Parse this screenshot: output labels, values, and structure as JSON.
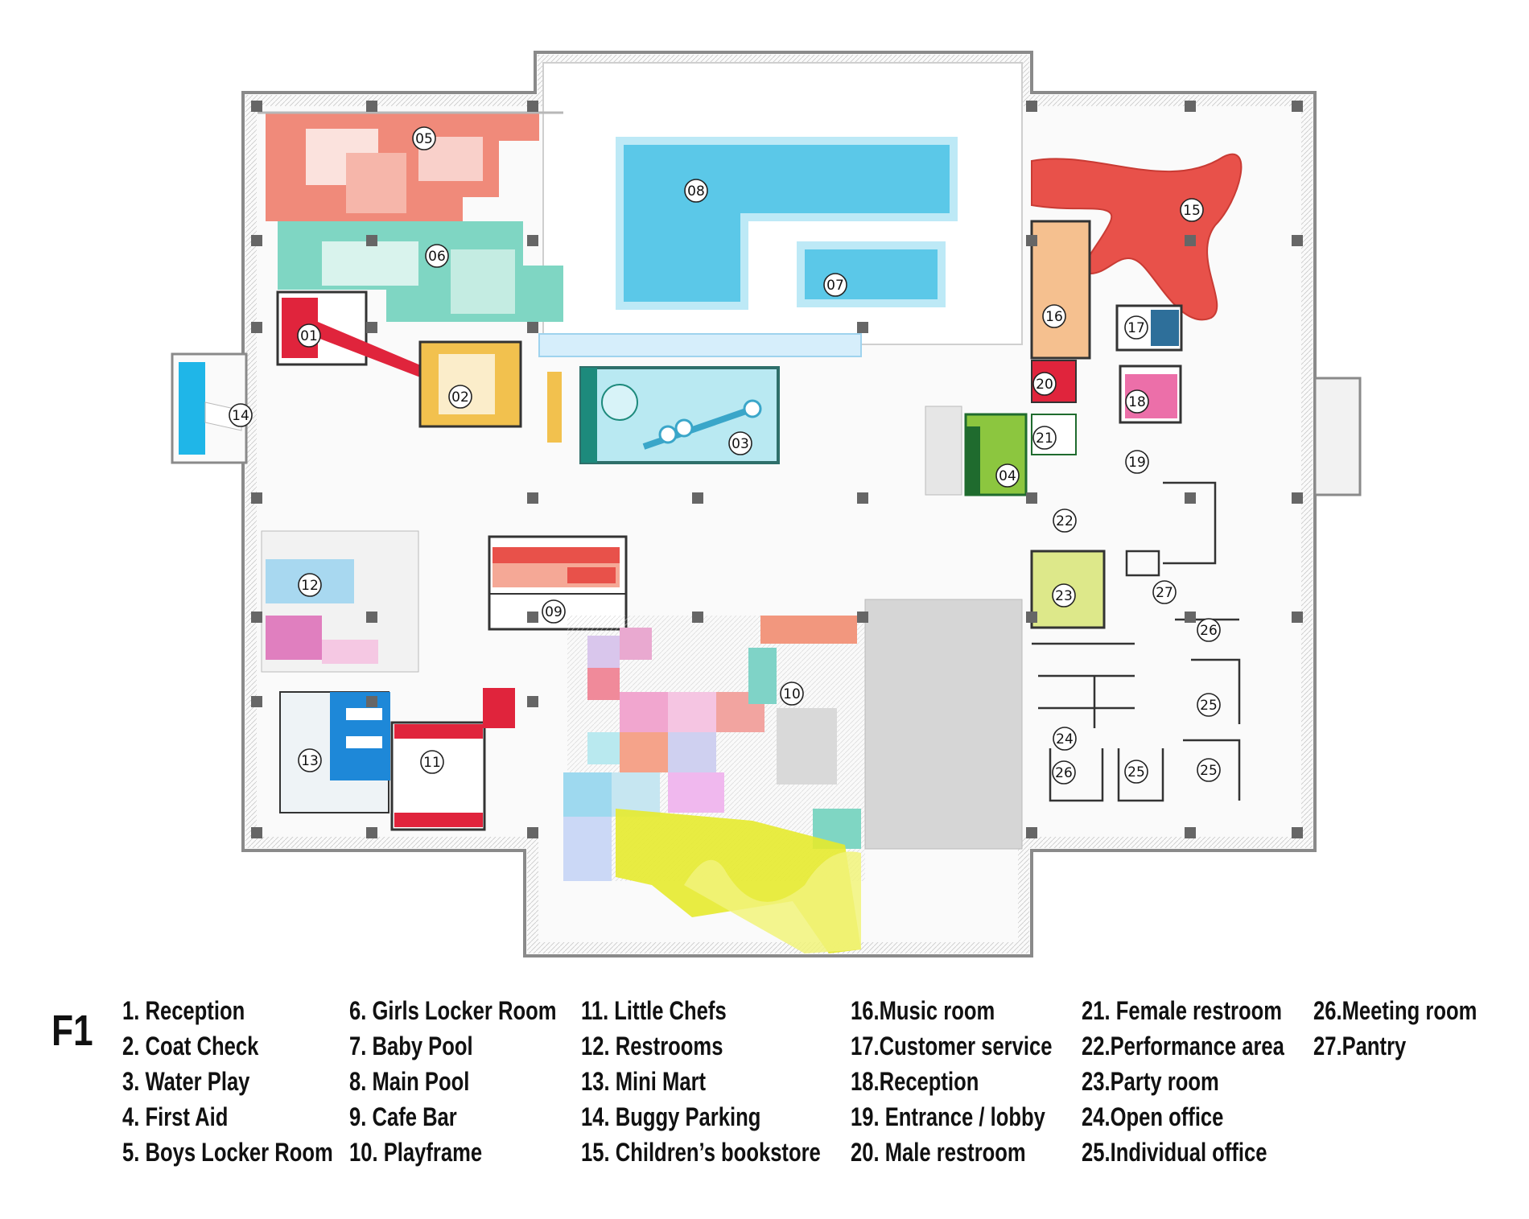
{
  "floor_label": "F1",
  "room_tags": [
    "01",
    "02",
    "03",
    "04",
    "05",
    "06",
    "07",
    "08",
    "09",
    "10",
    "11",
    "12",
    "13",
    "14",
    "15",
    "16",
    "17",
    "18",
    "19",
    "20",
    "21",
    "22",
    "23",
    "24",
    "25",
    "25",
    "25",
    "26",
    "26",
    "27"
  ],
  "legend": {
    "col1": [
      "1. Reception",
      "2. Coat Check",
      "3. Water Play",
      "4. First Aid",
      "5. Boys Locker Room"
    ],
    "col2": [
      "6. Girls Locker Room",
      "7. Baby Pool",
      "8. Main Pool",
      "9. Cafe Bar",
      "10. Playframe"
    ],
    "col3": [
      "11. Little Chefs",
      "12. Restrooms",
      "13. Mini Mart",
      "14. Buggy Parking",
      "15. Children’s bookstore"
    ],
    "col4": [
      "16.Music room",
      "17.Customer service",
      "18.Reception",
      "19. Entrance / lobby",
      "20. Male restroom"
    ],
    "col5": [
      "21. Female restroom",
      "22.Performance area",
      "23.Party room",
      "24.Open office",
      "25.Individual office"
    ],
    "col6": [
      "26.Meeting room",
      "27.Pantry"
    ]
  },
  "colors": {
    "boys_locker": "#f08a7a",
    "girls_locker": "#7fd6c3",
    "pool": "#5bc8e8",
    "reception_red": "#e0243c",
    "coat_check": "#f2c14e",
    "first_aid": "#8cc63f",
    "music_room": "#f5c08f",
    "bookstore": "#e8514a",
    "customer_service": "#2e6f9a",
    "reception_pink": "#ec6fa9",
    "party_room": "#dde88a",
    "restrooms_blue": "#a8d8f0",
    "restrooms_pink": "#e07fbf",
    "mini_mart": "#1e88d8",
    "playframe_yellow": "#e6ea2e",
    "buggy": "#1fb6e8"
  }
}
